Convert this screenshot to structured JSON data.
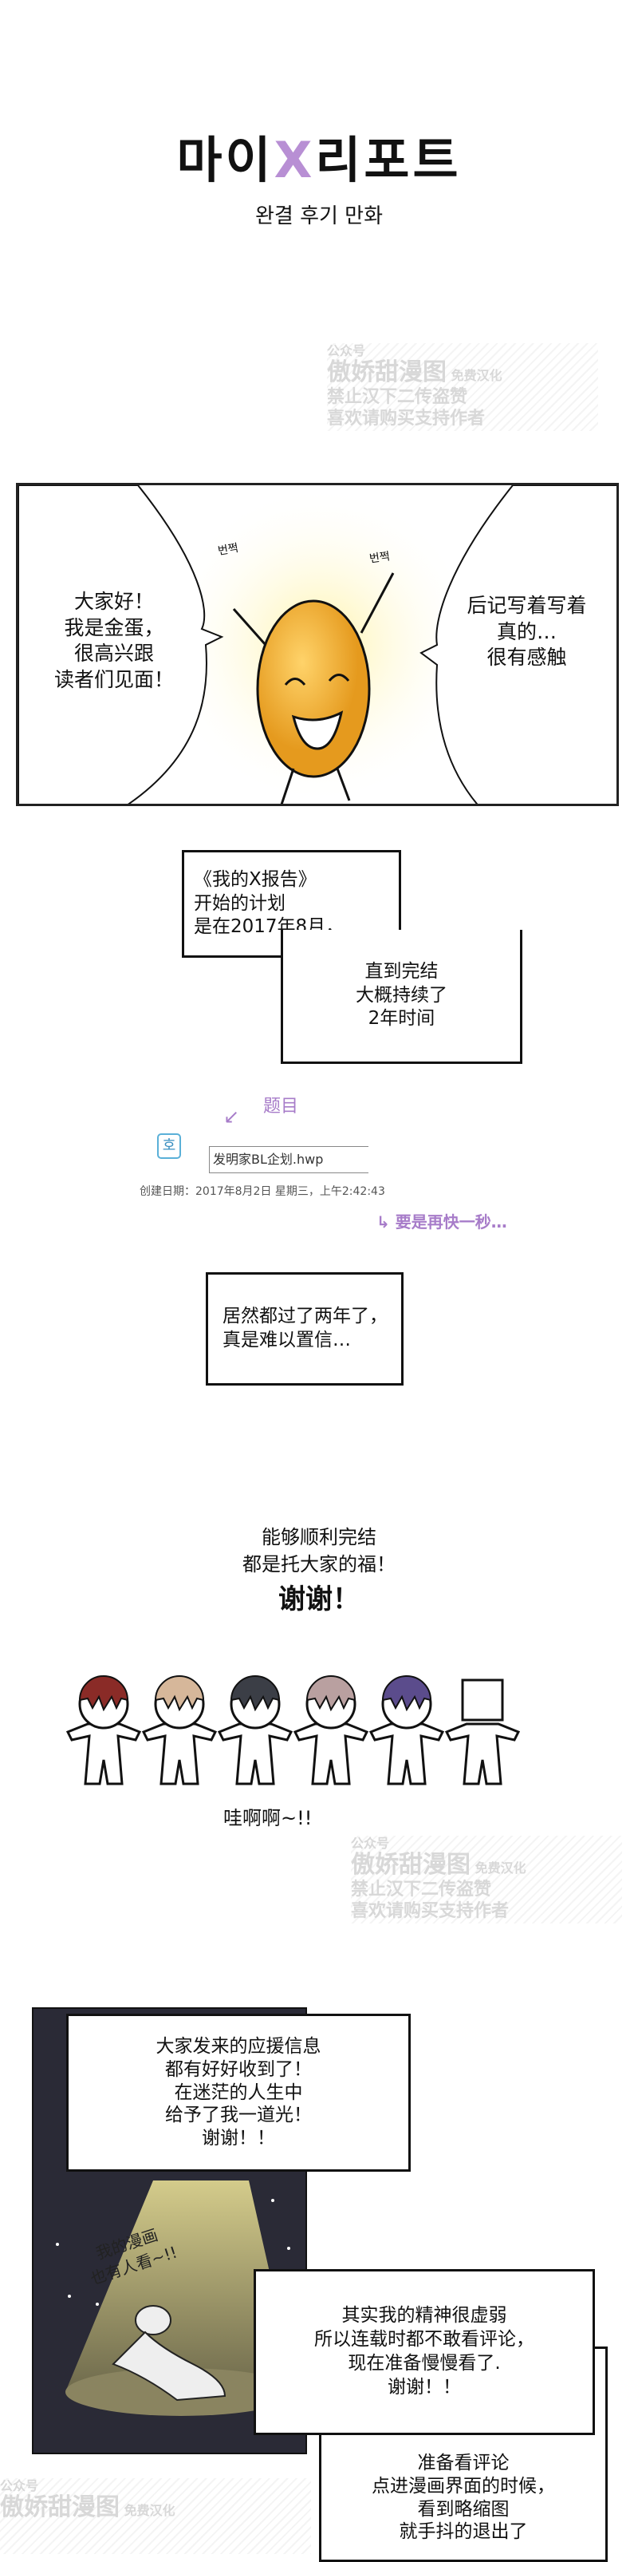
{
  "header": {
    "title_pre": "마이",
    "title_x": "X",
    "title_post": "리포트",
    "subtitle": "완결 후기 만화"
  },
  "watermark": {
    "line1": "公众号",
    "line2": "傲娇甜漫图",
    "line2b": "免费汉化",
    "line3": "禁止汉下二传盗赞",
    "line4": "喜欢请购买支持作者"
  },
  "panel1": {
    "left_bubble": [
      "大家好！",
      "我是金蛋，",
      "很高兴跟",
      "读者们见面！"
    ],
    "right_bubble": [
      "后记写着写着",
      "真的…",
      "很有感触"
    ],
    "sfx_left": "번쩍",
    "sfx_right": "번쩍"
  },
  "caption1": [
    "《我的X报告》",
    "开始的计划",
    "是在2017年8月，"
  ],
  "caption2": [
    "直到完结",
    "大概持续了",
    "2年时间"
  ],
  "file": {
    "annotation_title": "题目",
    "filename": "发明家BL企划.hwp",
    "created": "创建日期：2017年8月2日 星期三，上午2:42:43",
    "annotation_note": "要是再快一秒…",
    "icon": "hwp-file-icon"
  },
  "caption3": [
    "居然都过了两年了，",
    "真是难以置信…"
  ],
  "thanks": {
    "line1": "能够顺利完结",
    "line2": "都是托大家的福！",
    "big": "谢谢！",
    "cheer": "哇啊啊~!!"
  },
  "characters": {
    "hair_colors": [
      "#8a2b27",
      "#d6b79a",
      "#3b3e46",
      "#b9a0a0",
      "#5b4c8c",
      "#ffffff"
    ]
  },
  "panel_dark": {
    "caption": [
      "大家发来的应援信息",
      "都有好好收到了！",
      "在迷茫的人生中",
      "给予了我一道光！",
      "谢谢！！"
    ],
    "handwritten": [
      "我的漫画",
      "也有人看~!!"
    ],
    "bg": "#2a2a36"
  },
  "caption4": [
    "其实我的精神很虚弱",
    "所以连载时都不敢看评论，",
    "现在准备慢慢看了.",
    "谢谢！！"
  ],
  "caption5": [
    "准备看评论",
    "点进漫画界面的时候，",
    "看到略缩图",
    "就手抖的退出了"
  ]
}
